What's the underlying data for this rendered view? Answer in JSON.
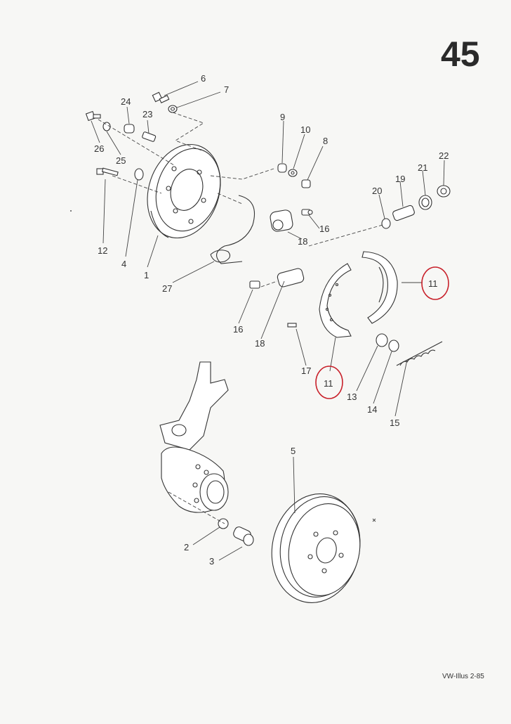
{
  "page_number": "45",
  "footer": "VW-Illus 2-85",
  "callouts": [
    {
      "id": "p1",
      "label": "1"
    },
    {
      "id": "p2",
      "label": "2"
    },
    {
      "id": "p3",
      "label": "3"
    },
    {
      "id": "p4",
      "label": "4"
    },
    {
      "id": "p5",
      "label": "5"
    },
    {
      "id": "p6",
      "label": "6"
    },
    {
      "id": "p7",
      "label": "7"
    },
    {
      "id": "p8",
      "label": "8"
    },
    {
      "id": "p9",
      "label": "9"
    },
    {
      "id": "p10",
      "label": "10"
    },
    {
      "id": "p11a",
      "label": "11"
    },
    {
      "id": "p11b",
      "label": "11"
    },
    {
      "id": "p12",
      "label": "12"
    },
    {
      "id": "p13",
      "label": "13"
    },
    {
      "id": "p14",
      "label": "14"
    },
    {
      "id": "p15",
      "label": "15"
    },
    {
      "id": "p16a",
      "label": "16"
    },
    {
      "id": "p16b",
      "label": "16"
    },
    {
      "id": "p17",
      "label": "17"
    },
    {
      "id": "p18a",
      "label": "18"
    },
    {
      "id": "p18b",
      "label": "18"
    },
    {
      "id": "p19",
      "label": "19"
    },
    {
      "id": "p20",
      "label": "20"
    },
    {
      "id": "p21",
      "label": "21"
    },
    {
      "id": "p22",
      "label": "22"
    },
    {
      "id": "p23",
      "label": "23"
    },
    {
      "id": "p24",
      "label": "24"
    },
    {
      "id": "p25",
      "label": "25"
    },
    {
      "id": "p26",
      "label": "26"
    },
    {
      "id": "p27",
      "label": "27"
    }
  ],
  "highlight_color": "#c8202a"
}
